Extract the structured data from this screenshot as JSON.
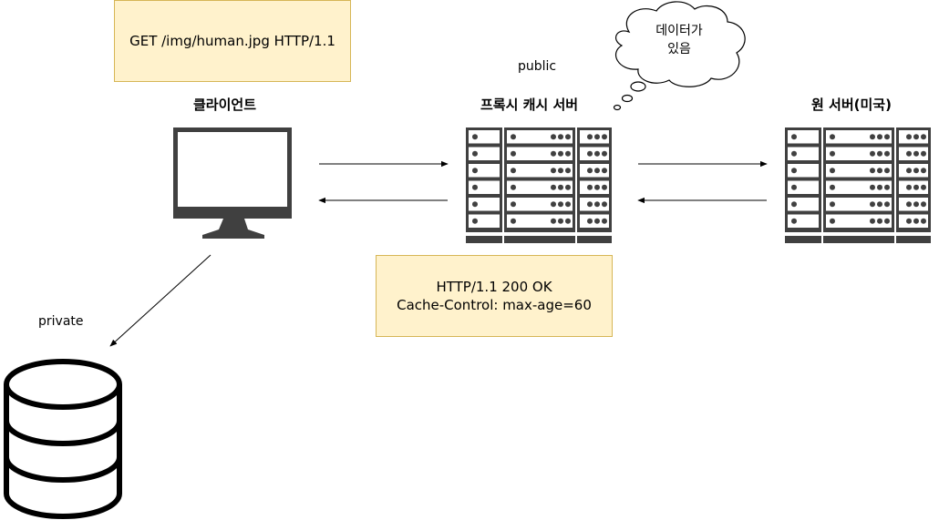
{
  "request_note": {
    "text": "GET /img/human.jpg HTTP/1.1"
  },
  "response_note": {
    "line1": "HTTP/1.1 200 OK",
    "line2": "Cache-Control: max-age=60"
  },
  "client": {
    "title": "클라이언트"
  },
  "proxy": {
    "title": "프록시 캐시 서버",
    "tag": "public"
  },
  "origin": {
    "title": "원 서버(미국)"
  },
  "thought_cloud": {
    "line1": "데이터가",
    "line2": "있음"
  },
  "local_cache": {
    "tag": "private"
  },
  "colors": {
    "note_fill": "#fff2cc",
    "note_border": "#d6b656",
    "icon": "#404040",
    "line": "#000000"
  },
  "icons": {
    "client": "monitor-icon",
    "proxy": "server-rack-icon",
    "origin": "server-rack-icon",
    "cache": "database-icon",
    "thought": "cloud-icon"
  }
}
